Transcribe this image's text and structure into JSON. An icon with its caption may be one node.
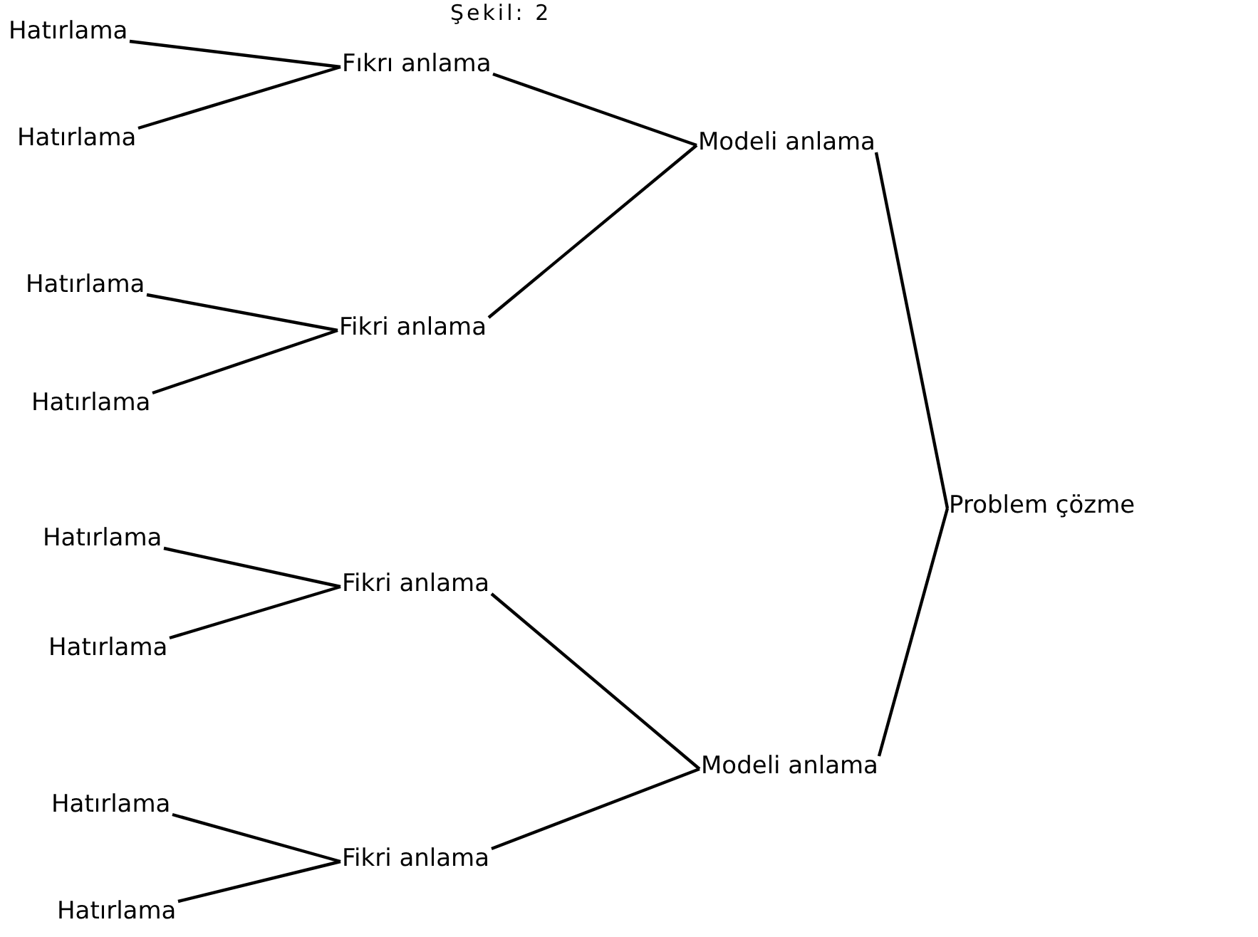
{
  "diagram": {
    "title": "Şekil: 2",
    "nodes": [
      {
        "text": [
          "Hatırlama"
        ]
      },
      {
        "text": [
          "Fıkrı anlama"
        ]
      },
      {
        "text": [
          "Hatırlama"
        ]
      },
      {
        "text": [
          "Modeli anlama"
        ]
      },
      {
        "text": [
          "Hatırlama"
        ]
      },
      {
        "text": [
          "Fikri anlama"
        ]
      },
      {
        "text": [
          "Hatırlama"
        ]
      },
      {
        "text": [
          "Problem çözme"
        ]
      },
      {
        "text": [
          "Hatırlama"
        ]
      },
      {
        "text": [
          "Fikri anlama"
        ]
      },
      {
        "text": [
          "Hatırlama"
        ]
      },
      {
        "text": [
          "Modeli anlama"
        ]
      },
      {
        "text": [
          "Hatırlama"
        ]
      },
      {
        "text": [
          "Fikri anlama"
        ]
      },
      {
        "text": [
          "Hatırlama"
        ]
      }
    ],
    "edges": [
      {
        "from": 0,
        "to": 1,
        "arrow": "none"
      },
      {
        "from": 2,
        "to": 1,
        "arrow": "none"
      },
      {
        "from": 4,
        "to": 5,
        "arrow": "none"
      },
      {
        "from": 6,
        "to": 5,
        "arrow": "none"
      },
      {
        "from": 8,
        "to": 9,
        "arrow": "none"
      },
      {
        "from": 10,
        "to": 9,
        "arrow": "none"
      },
      {
        "from": 12,
        "to": 13,
        "arrow": "none"
      },
      {
        "from": 14,
        "to": 13,
        "arrow": "none"
      },
      {
        "from": 1,
        "to": 3,
        "arrow": "none"
      },
      {
        "from": 5,
        "to": 3,
        "arrow": "none"
      },
      {
        "from": 9,
        "to": 11,
        "arrow": "none"
      },
      {
        "from": 13,
        "to": 11,
        "arrow": "none"
      },
      {
        "from": 3,
        "to": 7,
        "arrow": "none"
      },
      {
        "from": 11,
        "to": 7,
        "arrow": "none"
      }
    ]
  }
}
